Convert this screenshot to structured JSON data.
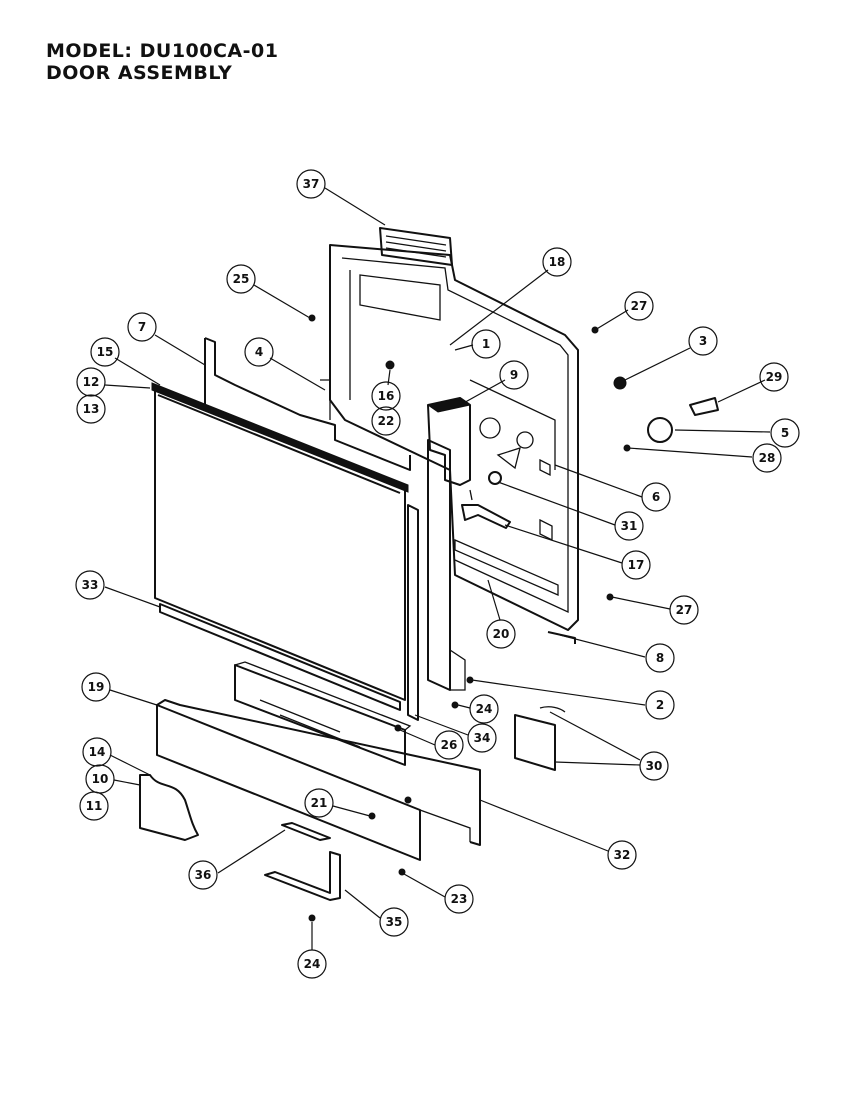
{
  "header": {
    "model_line": "MODEL: DU100CA-01",
    "assembly_line": "DOOR ASSEMBLY"
  },
  "callouts": [
    "37",
    "18",
    "25",
    "27",
    "7",
    "4",
    "1",
    "3",
    "15",
    "12",
    "13",
    "9",
    "29",
    "16",
    "22",
    "5",
    "28",
    "6",
    "31",
    "17",
    "33",
    "27",
    "20",
    "8",
    "19",
    "2",
    "24",
    "30",
    "26",
    "34",
    "14",
    "10",
    "11",
    "21",
    "32",
    "36",
    "23",
    "35",
    "24"
  ]
}
